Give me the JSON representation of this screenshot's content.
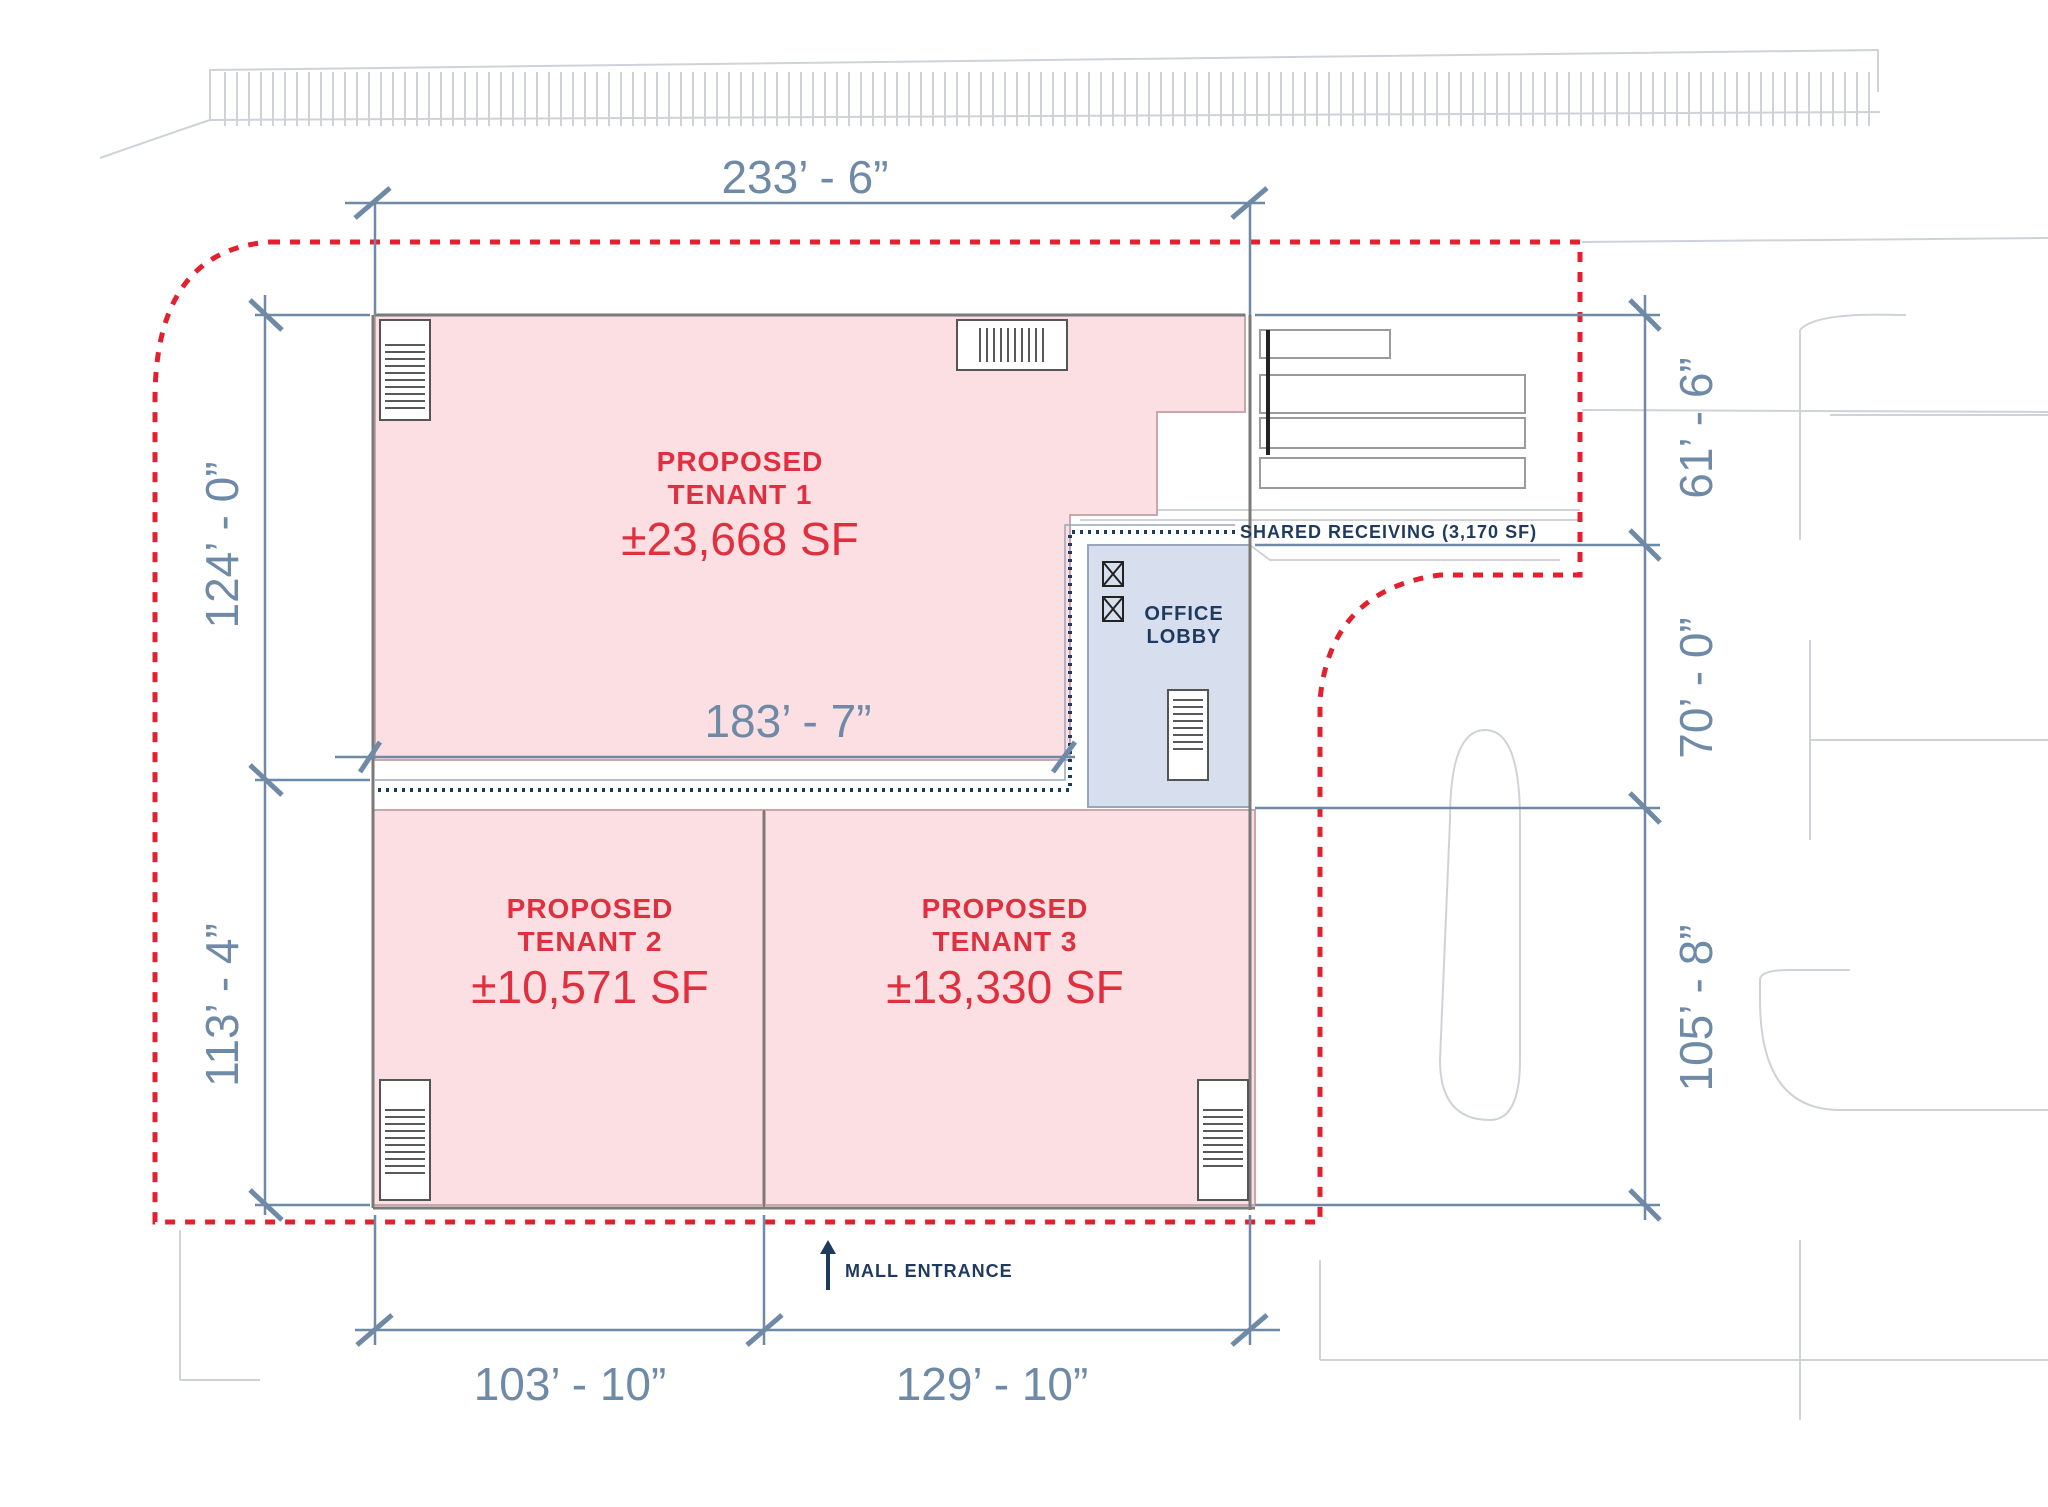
{
  "plan": {
    "tenants": [
      {
        "name_line1": "PROPOSED",
        "name_line2": "TENANT 1",
        "area": "±23,668 SF"
      },
      {
        "name_line1": "PROPOSED",
        "name_line2": "TENANT 2",
        "area": "±10,571 SF"
      },
      {
        "name_line1": "PROPOSED",
        "name_line2": "TENANT 3",
        "area": "±13,330 SF"
      }
    ],
    "office_lobby": {
      "line1": "OFFICE",
      "line2": "LOBBY"
    },
    "shared_receiving": "SHARED RECEIVING (3,170 SF)",
    "mall_entrance": "MALL ENTRANCE",
    "dimensions": {
      "top_width": "233’ - 6”",
      "inner_width": "183’ - 7”",
      "bottom_left": "103’ - 10”",
      "bottom_right": "129’ - 10”",
      "left_upper": "124’ - 0”",
      "left_lower": "113’ - 4”",
      "right_top": "61’ - 6”",
      "right_middle": "70’ - 0”",
      "right_bottom": "105’ - 8”"
    },
    "colors": {
      "tenant_fill": "#fbdfe2",
      "lobby_fill": "#d7dfee",
      "tenant_text": "#e02f3e",
      "dimension": "#6f8aa6",
      "navy": "#1f3a5f",
      "boundary": "#e2202e"
    }
  }
}
